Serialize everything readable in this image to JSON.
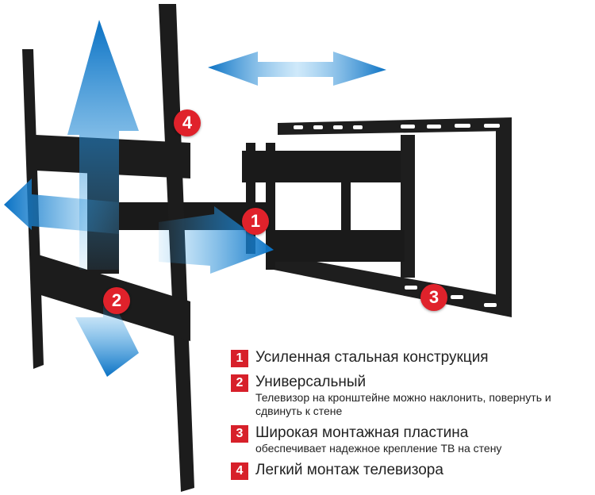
{
  "product": {
    "name": "TV wall mount (full-motion articulating bracket)",
    "callouts": [
      "1",
      "2",
      "3",
      "4"
    ]
  },
  "features": [
    {
      "number": "1",
      "title": "Усиленная стальная конструкция",
      "subtitle": ""
    },
    {
      "number": "2",
      "title": "Универсальный",
      "subtitle": "Телевизор на кронштейне можно наклонить, повернуть и сдвинуть к стене"
    },
    {
      "number": "3",
      "title": "Широкая монтажная пластина",
      "subtitle": "обеспечивает надежное крепление ТВ на стену"
    },
    {
      "number": "4",
      "title": "Легкий монтаж телевизора",
      "subtitle": ""
    }
  ],
  "colors": {
    "accent_red": "#d7202a",
    "arrow_blue": "#1a7fd0",
    "metal": "#1e1e1e"
  }
}
